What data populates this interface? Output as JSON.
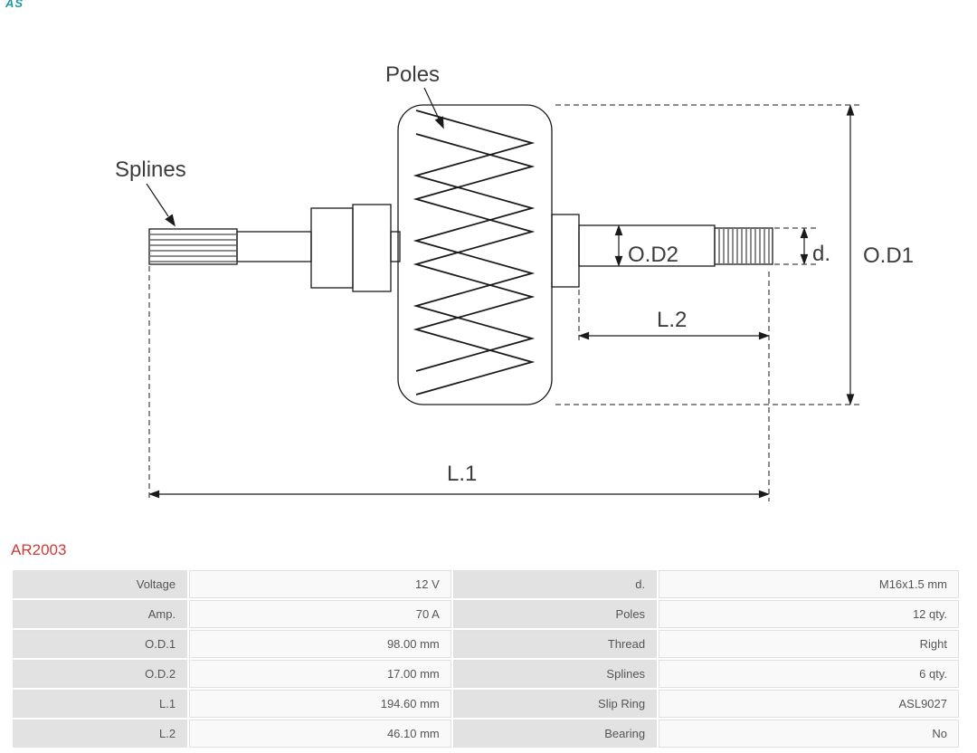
{
  "brand": {
    "logo_text": "AS"
  },
  "part": {
    "number": "AR2003"
  },
  "diagram": {
    "labels": {
      "poles": "Poles",
      "splines": "Splines",
      "od2": "O.D2",
      "l2": "L.2",
      "d": "d.",
      "od1": "O.D1",
      "l1": "L.1"
    }
  },
  "spec_table": {
    "rows": [
      {
        "label_left": "Voltage",
        "value_left": "12 V",
        "label_right": "d.",
        "value_right": "M16x1.5 mm"
      },
      {
        "label_left": "Amp.",
        "value_left": "70 A",
        "label_right": "Poles",
        "value_right": "12 qty."
      },
      {
        "label_left": "O.D.1",
        "value_left": "98.00 mm",
        "label_right": "Thread",
        "value_right": "Right"
      },
      {
        "label_left": "O.D.2",
        "value_left": "17.00 mm",
        "label_right": "Splines",
        "value_right": "6 qty."
      },
      {
        "label_left": "L.1",
        "value_left": "194.60 mm",
        "label_right": "Slip Ring",
        "value_right": "ASL9027"
      },
      {
        "label_left": "L.2",
        "value_left": "46.10 mm",
        "label_right": "Bearing",
        "value_right": "No"
      }
    ]
  },
  "colors": {
    "part_number": "#cc3a3a",
    "logo_teal": "#1f9aa0",
    "drawing_line": "#1a1a1a",
    "label_cell_bg": "#e2e2e2",
    "value_cell_bg": "#f9f9f9",
    "table_text": "#555555"
  }
}
